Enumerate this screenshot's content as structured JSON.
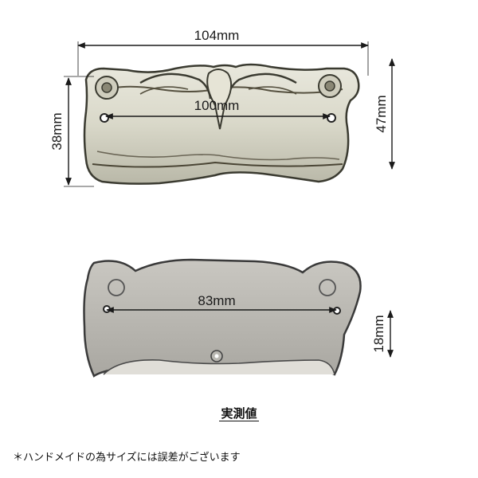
{
  "dimensions": {
    "top_width": "104mm",
    "top_hole_spacing": "100mm",
    "top_height_left": "38mm",
    "top_height_right": "47mm",
    "bottom_hole_spacing": "83mm",
    "bottom_depth": "18mm"
  },
  "caption": "実測値",
  "note": "＊ハンドメイドの為サイズには誤差がございます"
}
